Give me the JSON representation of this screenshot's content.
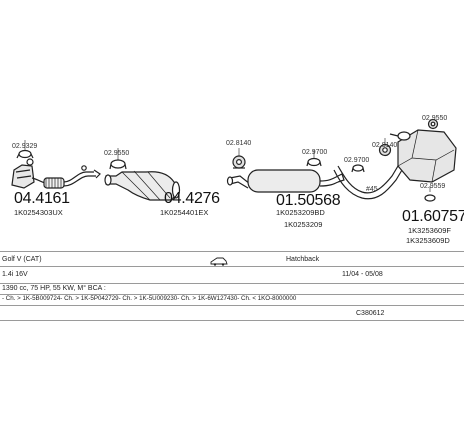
{
  "parts": [
    {
      "id": "p1",
      "number": "04.4161",
      "refs": [
        "1K0254303UX"
      ],
      "clamp": "02.9329"
    },
    {
      "id": "p2",
      "number": "04.4276",
      "refs": [
        "1K0254401EX"
      ],
      "clamp": "02.9550"
    },
    {
      "id": "p3",
      "number": "01.50568",
      "refs": [
        "1K0253209BD",
        "1K0253209"
      ],
      "clamp_a": "02.8140",
      "clamp_b": "02.9700"
    },
    {
      "id": "p4",
      "number": "01.60757",
      "refs": [
        "1K3253609F",
        "1K3253609D"
      ],
      "clamp_a": "02.9550",
      "clamp_b": "02.8140",
      "clamp_c": "02.9559",
      "clamp_d": "02.9700"
    }
  ],
  "hanger_note": "#45",
  "vehicle": {
    "model": "Golf V (CAT)",
    "body": "Hatchback",
    "engine": "1.4i 16V",
    "years": "11/04 - 05/08",
    "spec": "1390 cc, 75 HP, 55 KW, M° BCA :",
    "chassis": "- Ch. > 1K-5B009724- Ch. > 1K-5P042729- Ch. > 1K-5U009230- Ch. > 1K-6W127430- Ch. < 1KO-8000000",
    "code": "C380612"
  }
}
